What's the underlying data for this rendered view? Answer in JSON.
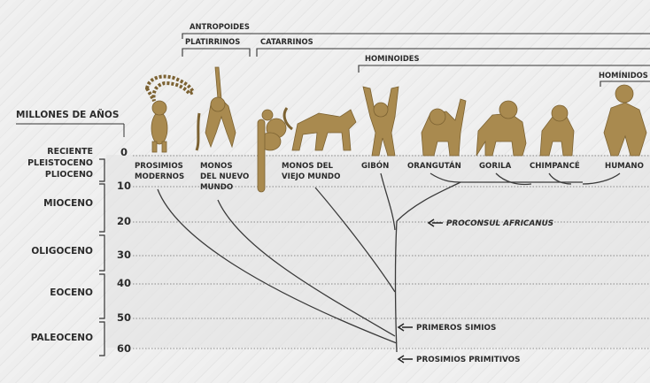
{
  "title": "MILLONES DE AÑOS",
  "groups": {
    "antropoides": "ANTROPOIDES",
    "platirrinos": "PLATIRRINOS",
    "catarrinos": "CATARRINOS",
    "hominoides": "HOMINOIDES",
    "hominidos": "HOMÍNIDOS"
  },
  "epochs": [
    "RECIENTE",
    "PLEISTOCENO",
    "PLIOCENO",
    "MIOCENO",
    "OLIGOCENO",
    "EOCENO",
    "PALEOCENO"
  ],
  "ticks": [
    "0",
    "10",
    "20",
    "30",
    "40",
    "50",
    "60"
  ],
  "species": {
    "prosimios": [
      "PROSIMIOS",
      "MODERNOS"
    ],
    "monos_nuevo": [
      "MONOS",
      "DEL NUEVO",
      "MUNDO"
    ],
    "monos_viejo": [
      "MONOS DEL",
      "VIEJO MUNDO"
    ],
    "gibon": "GIBÓN",
    "orangutan": "ORANGUTÁN",
    "gorila": "GORILA",
    "chimpance": "CHIMPANCÉ",
    "humano": "HUMANO"
  },
  "annotations": {
    "proconsul": "PROCONSUL AFRICANUS",
    "primeros": "PRIMEROS SIMIOS",
    "prosimios_primitivos": "PROSIMIOS PRIMITIVOS"
  },
  "colors": {
    "silhouette": "#a98a4f",
    "ink": "#2b2b2b",
    "band": "#dcdcdc"
  }
}
